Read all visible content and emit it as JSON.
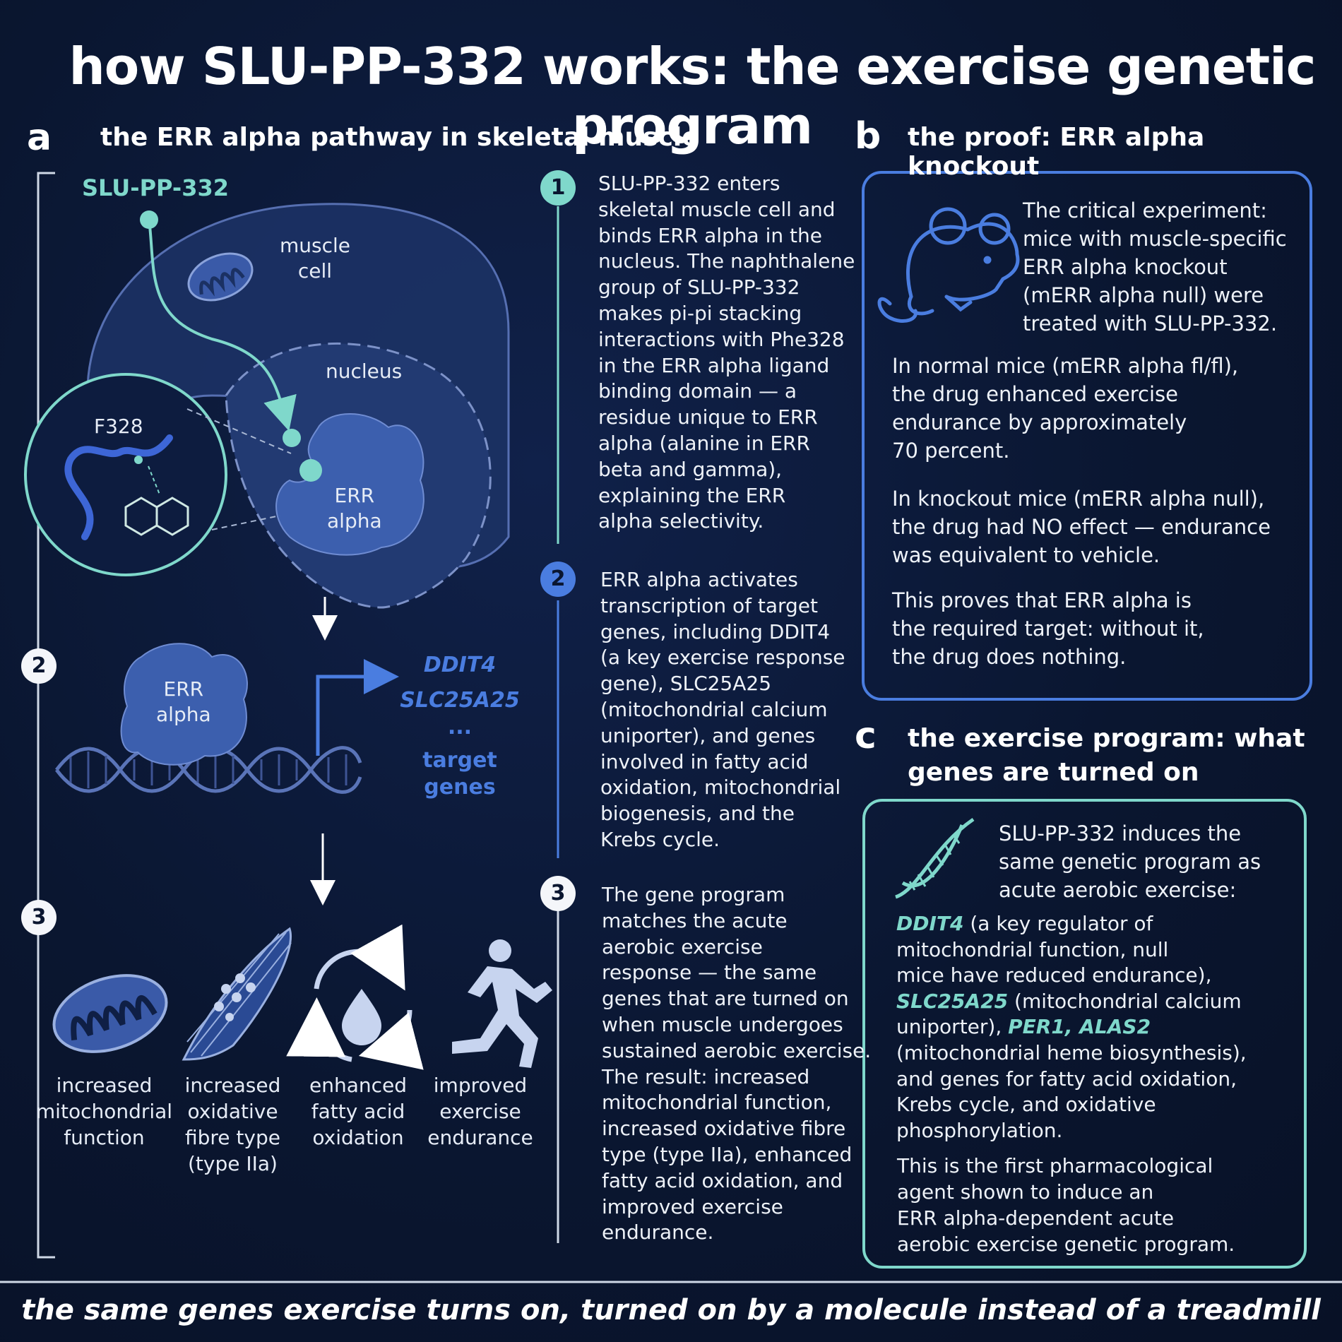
{
  "title": "how SLU-PP-332 works: the exercise genetic program",
  "panel_a": {
    "letter": "a",
    "title": "the ERR alpha pathway in skeletal muscle",
    "labels": {
      "drug": "SLU-PP-332",
      "muscle_cell": "muscle\ncell",
      "nucleus": "nucleus",
      "residue": "F328",
      "err_alpha": "ERR\nalpha",
      "gene1": "DDIT4",
      "gene2": "SLC25A25",
      "ellipsis": "...",
      "target_genes": "target\ngenes"
    },
    "side_badges": [
      "2",
      "3"
    ],
    "outcomes": [
      {
        "icon": "mitochondrion-icon",
        "label": "increased\nmitochondrial\nfunction"
      },
      {
        "icon": "muscle-fibre-icon",
        "label": "increased\noxidative\nfibre type\n(type IIa)"
      },
      {
        "icon": "fatty-acid-cycle-icon",
        "label": "enhanced\nfatty acid\noxidation"
      },
      {
        "icon": "runner-icon",
        "label": "improved\nexercise\nendurance"
      }
    ],
    "steps": [
      {
        "number": "1",
        "text": "SLU-PP-332 enters\nskeletal muscle cell and\nbinds ERR alpha in the\nnucleus. The naphthalene\ngroup of SLU-PP-332\nmakes pi-pi stacking\ninteractions with Phe328\nin the ERR alpha ligand\nbinding domain — a\nresidue unique to ERR\nalpha (alanine in ERR\nbeta and gamma),\nexplaining the ERR\nalpha selectivity."
      },
      {
        "number": "2",
        "text": "ERR alpha activates\ntranscription of target\ngenes, including DDIT4\n(a key exercise response\ngene), SLC25A25\n(mitochondrial calcium\nuniporter), and genes\ninvolved in fatty acid\noxidation, mitochondrial\nbiogenesis, and the\nKrebs cycle."
      },
      {
        "number": "3",
        "text": "The gene program\nmatches the acute\naerobic exercise\nresponse — the same\ngenes that are turned on\nwhen muscle undergoes\nsustained aerobic exercise.\nThe result: increased\nmitochondrial function,\nincreased oxidative fibre\ntype (type IIa), enhanced\nfatty acid oxidation, and\nimproved exercise\nendurance."
      }
    ]
  },
  "panel_b": {
    "letter": "b",
    "title": "the proof: ERR alpha knockout",
    "intro": "The critical experiment:\nmice with muscle-specific\nERR alpha knockout\n(mERR alpha null) were\ntreated with SLU-PP-332.",
    "normal": "In normal mice (mERR alpha fl/fl),\nthe drug enhanced exercise\nendurance by approximately\n70 percent.",
    "knockout": "In knockout mice (mERR alpha null),\nthe drug had NO effect — endurance\nwas equivalent to vehicle.",
    "conclusion": "This proves that ERR alpha is\nthe required target: without it,\nthe drug does nothing."
  },
  "panel_c": {
    "letter": "c",
    "title": "the exercise program: what\ngenes are turned on",
    "intro": "SLU-PP-332 induces the\nsame genetic program as\nacute aerobic exercise:",
    "gene_ddit4": "DDIT4",
    "ddit4_text_1": " (a key regulator of",
    "ddit4_text_2": "mitochondrial function, null",
    "ddit4_text_3": "mice have reduced endurance),",
    "gene_slc": "SLC25A25",
    "slc_text": " (mitochondrial calcium",
    "slc_text_2": "uniporter), ",
    "gene_per_alas": "PER1, ALAS2",
    "heme_text": "(mitochondrial heme biosynthesis),",
    "fatty_text": "and genes for fatty acid oxidation,",
    "krebs_text": "Krebs cycle, and oxidative",
    "phos_text": "phosphorylation.",
    "conclusion": "This is the first pharmacological\nagent shown to induce an\nERR alpha-dependent acute\naerobic exercise genetic program."
  },
  "footer": "the same genes exercise turns on, turned on by a molecule instead of a treadmill",
  "colors": {
    "background": "#0a1630",
    "teal": "#7fd8cb",
    "blue": "#4a7de0",
    "cell_fill": "#1e3566"
  }
}
